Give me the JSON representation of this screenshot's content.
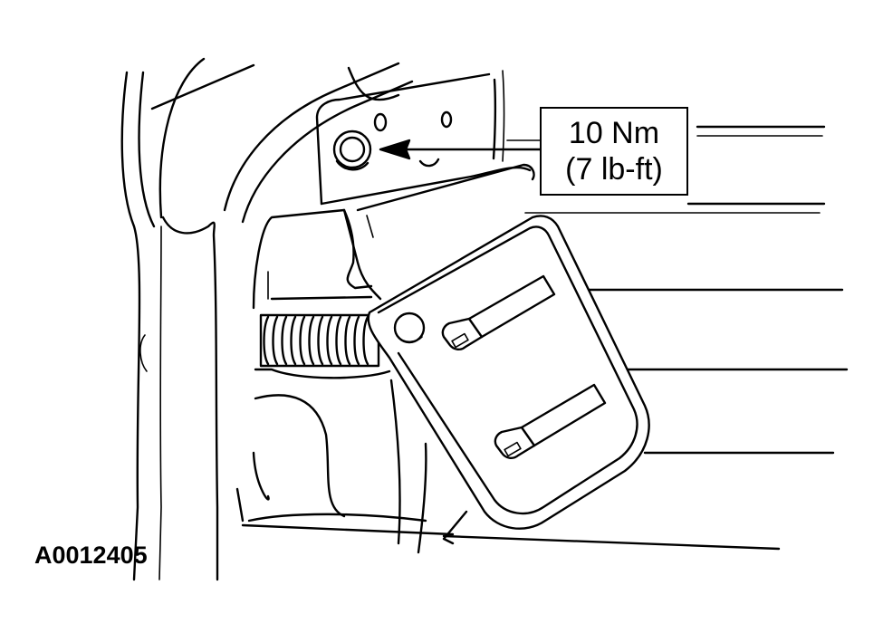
{
  "callout": {
    "torque_metric": "10 Nm",
    "torque_imperial": "(7 lb-ft)"
  },
  "figure": {
    "id": "A0012405"
  }
}
